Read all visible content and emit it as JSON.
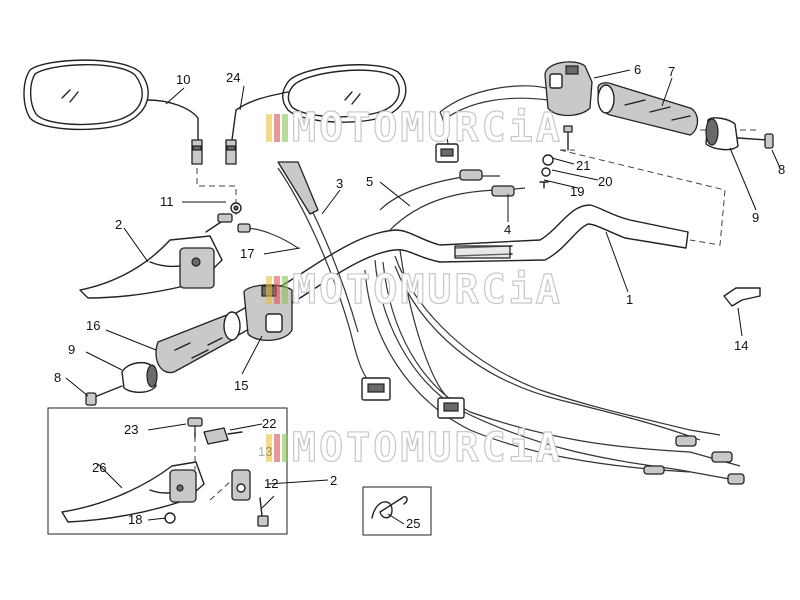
{
  "watermark": {
    "text": "MOTOMURCiA",
    "colors": [
      "#e8c23a",
      "#d9534f",
      "#8cc152"
    ]
  },
  "callouts": [
    {
      "id": "p1",
      "label": "1"
    },
    {
      "id": "p2a",
      "label": "2"
    },
    {
      "id": "p2b",
      "label": "2"
    },
    {
      "id": "p3",
      "label": "3"
    },
    {
      "id": "p4",
      "label": "4"
    },
    {
      "id": "p5",
      "label": "5"
    },
    {
      "id": "p6",
      "label": "6"
    },
    {
      "id": "p7",
      "label": "7"
    },
    {
      "id": "p8a",
      "label": "8"
    },
    {
      "id": "p8b",
      "label": "8"
    },
    {
      "id": "p9a",
      "label": "9"
    },
    {
      "id": "p9b",
      "label": "9"
    },
    {
      "id": "p10",
      "label": "10"
    },
    {
      "id": "p11",
      "label": "11"
    },
    {
      "id": "p12",
      "label": "12"
    },
    {
      "id": "p13",
      "label": "13"
    },
    {
      "id": "p14",
      "label": "14"
    },
    {
      "id": "p15",
      "label": "15"
    },
    {
      "id": "p16",
      "label": "16"
    },
    {
      "id": "p17",
      "label": "17"
    },
    {
      "id": "p18",
      "label": "18"
    },
    {
      "id": "p19",
      "label": "19"
    },
    {
      "id": "p20",
      "label": "20"
    },
    {
      "id": "p21",
      "label": "21"
    },
    {
      "id": "p22",
      "label": "22"
    },
    {
      "id": "p23",
      "label": "23"
    },
    {
      "id": "p24",
      "label": "24"
    },
    {
      "id": "p25",
      "label": "25"
    },
    {
      "id": "p26",
      "label": "26"
    }
  ]
}
